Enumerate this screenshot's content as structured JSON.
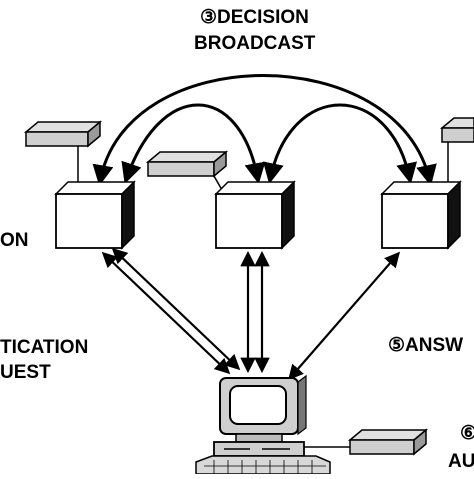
{
  "labels": {
    "decision_line1": "③DECISION",
    "decision_line2": "BROADCAST",
    "left_partial": "ON",
    "auth_line1": "TICATION",
    "auth_line2": "UEST",
    "answer": "⑤ANSW",
    "bottom_right": "AU",
    "bottom_right_marker": "⑥"
  },
  "colors": {
    "box_fill": "#ffffff",
    "box_side": "#111111",
    "device_fill": "#cfcfcf",
    "stroke": "#000000"
  }
}
